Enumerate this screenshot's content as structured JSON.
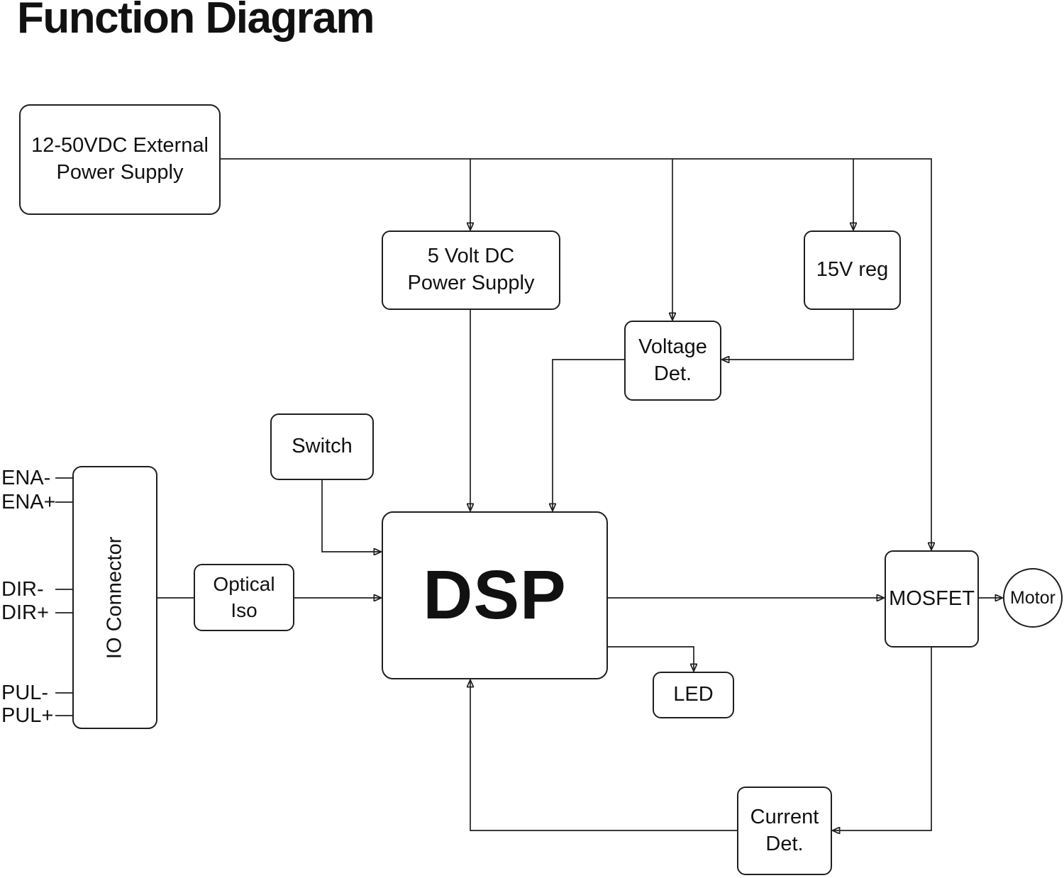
{
  "title": "Function Diagram",
  "colors": {
    "stroke": "#1f1f1f",
    "background": "#ffffff",
    "text": "#111111"
  },
  "blocks": {
    "ext_power": {
      "line1": "12-50VDC External",
      "line2": "Power Supply"
    },
    "five_volt_supply": {
      "line1": "5 Volt DC",
      "line2": "Power Supply"
    },
    "reg_15v": {
      "label": "15V reg"
    },
    "voltage_det": {
      "line1": "Voltage",
      "line2": "Det."
    },
    "switch": {
      "label": "Switch"
    },
    "io_connector": {
      "label": "IO Connector"
    },
    "optical_iso": {
      "line1": "Optical",
      "line2": "Iso"
    },
    "dsp": {
      "label": "DSP"
    },
    "mosfet": {
      "label": "MOSFET"
    },
    "motor": {
      "label": "Motor"
    },
    "led": {
      "label": "LED"
    },
    "current_det": {
      "line1": "Current",
      "line2": "Det."
    }
  },
  "io_pins": {
    "ena_minus": "ENA-",
    "ena_plus": "ENA+",
    "dir_minus": "DIR-",
    "dir_plus": "DIR+",
    "pul_minus": "PUL-",
    "pul_plus": "PUL+"
  }
}
